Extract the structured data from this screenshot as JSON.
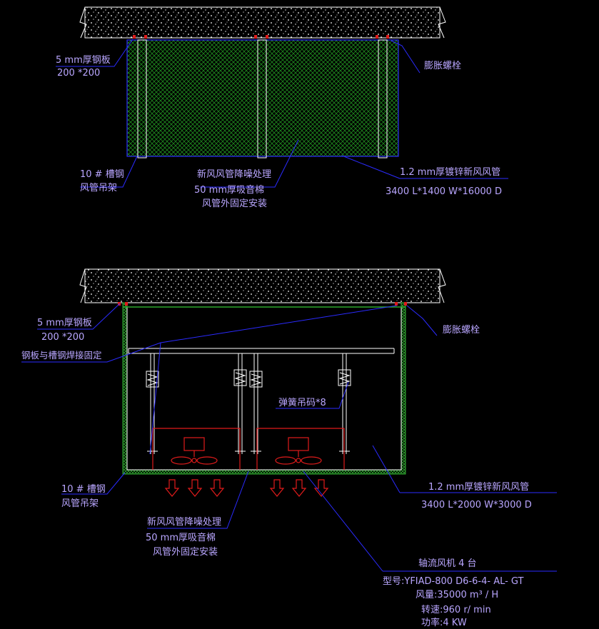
{
  "colors": {
    "background": "#000000",
    "concrete_outline": "#ffffff",
    "duct_outline": "#2b2bff",
    "insulation_green": "#2fa82f",
    "fan_red": "#e01b1b",
    "label": "#b9a6ff",
    "leader": "#2b2bff"
  },
  "top_view": {
    "steel_plate_label_line1": "5 mm厚钢板",
    "steel_plate_label_line2": "200 *200",
    "anchor_bolt_label": "膨胀螺栓",
    "channel_label_line1": "10 # 槽钢",
    "channel_label_line2": "风管吊架",
    "noise_label_line1": "新风风管降噪处理",
    "noise_label_line2": "50 mm厚吸音棉",
    "noise_label_line3": "风管外固定安装",
    "duct_label_line1": "1.2 mm厚镀锌新风风管",
    "duct_label_line2": "3400 L*1400 W*16000 D"
  },
  "bottom_view": {
    "steel_plate_label_line1": "5 mm厚钢板",
    "steel_plate_label_line2": "200 *200",
    "weld_label": "钢板与槽钢焊接固定",
    "anchor_bolt_label": "膨胀螺栓",
    "spring_label": "弹簧吊码*8",
    "channel_label_line1": "10 # 槽钢",
    "channel_label_line2": "风管吊架",
    "noise_label_line1": "新风风管降噪处理",
    "noise_label_line2": "50 mm厚吸音棉",
    "noise_label_line3": "风管外固定安装",
    "duct_label_line1": "1.2 mm厚镀锌新风风管",
    "duct_label_line2": "3400 L*2000 W*3000 D",
    "fan_title": "轴流风机 4 台",
    "fan_model": "型号:YFIAD-800 D6-6-4- AL- GT",
    "fan_airflow": "风量:35000 m³ / H",
    "fan_speed": "转速:960 r/ min",
    "fan_power": "功率:4 KW"
  }
}
